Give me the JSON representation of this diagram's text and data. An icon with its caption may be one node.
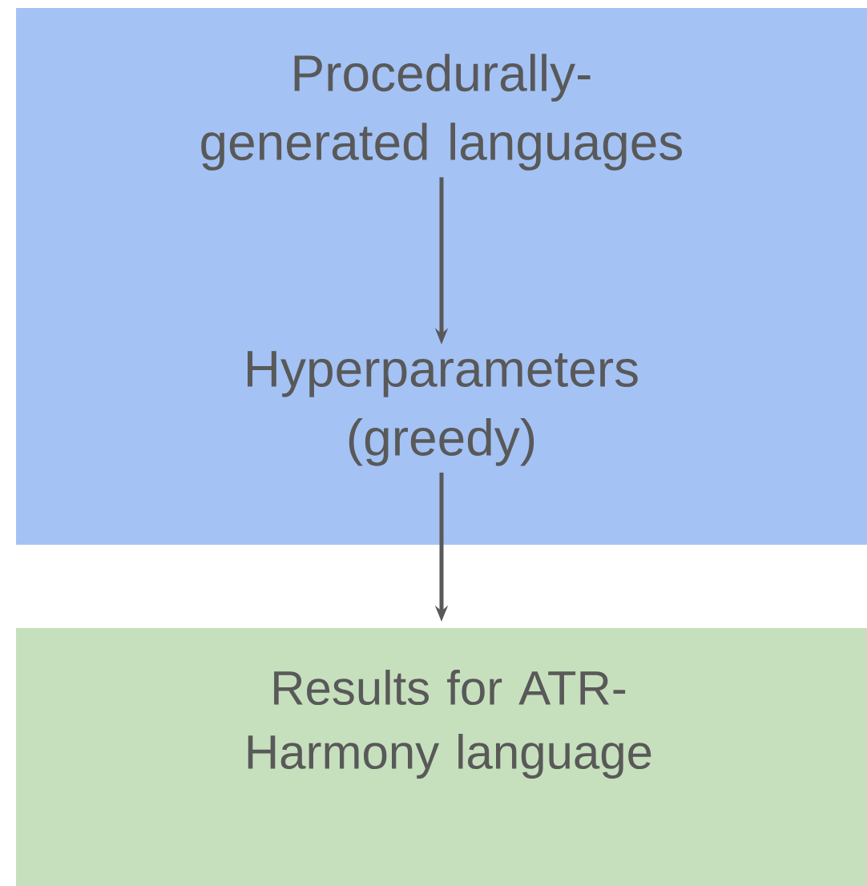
{
  "diagram": {
    "nodes": [
      {
        "text": [],
        "shape": "box"
      },
      {
        "text": [
          "Procedurally-generated languages"
        ],
        "in": 0
      },
      {
        "text": [
          "Hyperparameters (greedy)"
        ],
        "in": 0
      },
      {
        "text": [
          "Results for ATR-Harmony language"
        ]
      }
    ],
    "edges": [
      {
        "from": 1,
        "to": 2,
        "arrow": "to"
      },
      {
        "from": 2,
        "to": 3,
        "arrow": "to"
      }
    ]
  }
}
